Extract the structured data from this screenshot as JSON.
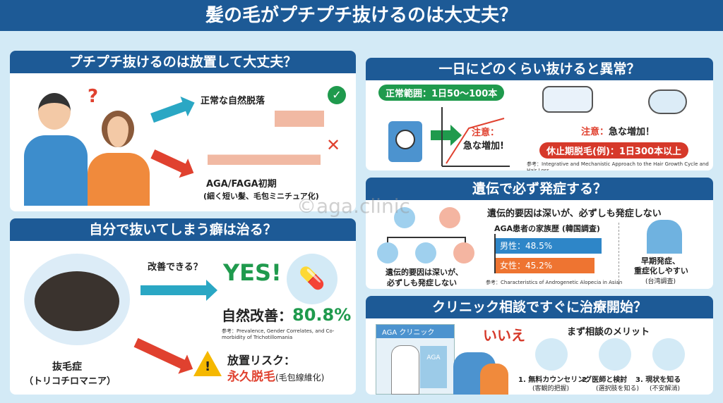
{
  "title": "髪の毛がプチプチ抜けるのは大丈夫？",
  "watermark": "©aga.clinic",
  "panel1": {
    "header": "プチプチ抜けるのは放置して大丈夫？",
    "normal": "正常な自然脱落",
    "aga": "AGA/FAGA初期",
    "aga_sub": "(細く短い髪、毛包ミニチュア化)",
    "question_mark": "?"
  },
  "panel2": {
    "header": "自分で抜いてしまう癖は治る？",
    "question": "改善できる？",
    "yes": "YES!",
    "improve_label": "自然改善：",
    "improve_value": "80.8%",
    "ref_label": "参考：",
    "ref": "Prevalence, Gender Correlates, and Co-morbidity of Trichotillomania",
    "risk_label": "放置リスク：",
    "risk_value": "永久脱毛",
    "risk_sub": "(毛包線維化)",
    "condition": "抜毛症",
    "condition_sub": "（トリコチロマニア）"
  },
  "panel3": {
    "header": "一日にどのくらい抜けると異常？",
    "normal": "正常範囲：1日50〜100本",
    "caution1": "注意：",
    "caution1b": "急な増加!",
    "caution2": "注意：",
    "caution2b": "急な増加！",
    "telogen": "休止期脱毛(例)：1日300本以上",
    "ref_label": "参考：",
    "ref": "Integrative and Mechanistic Approach to the Hair Growth Cycle and Hair Loss"
  },
  "panel4": {
    "header": "遺伝で必ず発症する？",
    "headline": "遺伝的要因は深いが、必ずしも発症しない",
    "tree_caption1": "遺伝的要因は深いが、",
    "tree_caption2": "必ずしも発症しない",
    "chart_title": "AGA患者の家族歴 (韓国調査)",
    "ref_label": "参考：",
    "ref": "Characteristics of Androgenetic Alopecia in Asian",
    "early1": "早期発症、",
    "early2": "重症化しやすい",
    "early_src": "(台湾調査)",
    "chart_data": {
      "type": "bar",
      "title": "AGA患者の家族歴 (韓国調査)",
      "categories": [
        "男性",
        "女性"
      ],
      "values": [
        48.5,
        45.2
      ],
      "labels": [
        "男性：48.5%",
        "女性：45.2%"
      ],
      "colors": [
        "#2e86c8",
        "#ee7431"
      ],
      "unit": "%"
    }
  },
  "panel5": {
    "header": "クリニック相談ですぐに治療開始？",
    "clinic_sign": "AGA クリニック",
    "door": "AGA",
    "answer": "いいえ",
    "merit_title": "まず相談のメリット",
    "merits": [
      {
        "label": "1. 無料カウンセリング",
        "sub": "(客観的把握)"
      },
      {
        "label": "2. 医師と検討",
        "sub": "(選択肢を知る)"
      },
      {
        "label": "3. 現状を知る",
        "sub": "(不安解消)"
      }
    ]
  },
  "colors": {
    "navy": "#1d5a96",
    "green": "#1f9a4d",
    "red": "#e0412f",
    "teal": "#2aa7c4"
  }
}
